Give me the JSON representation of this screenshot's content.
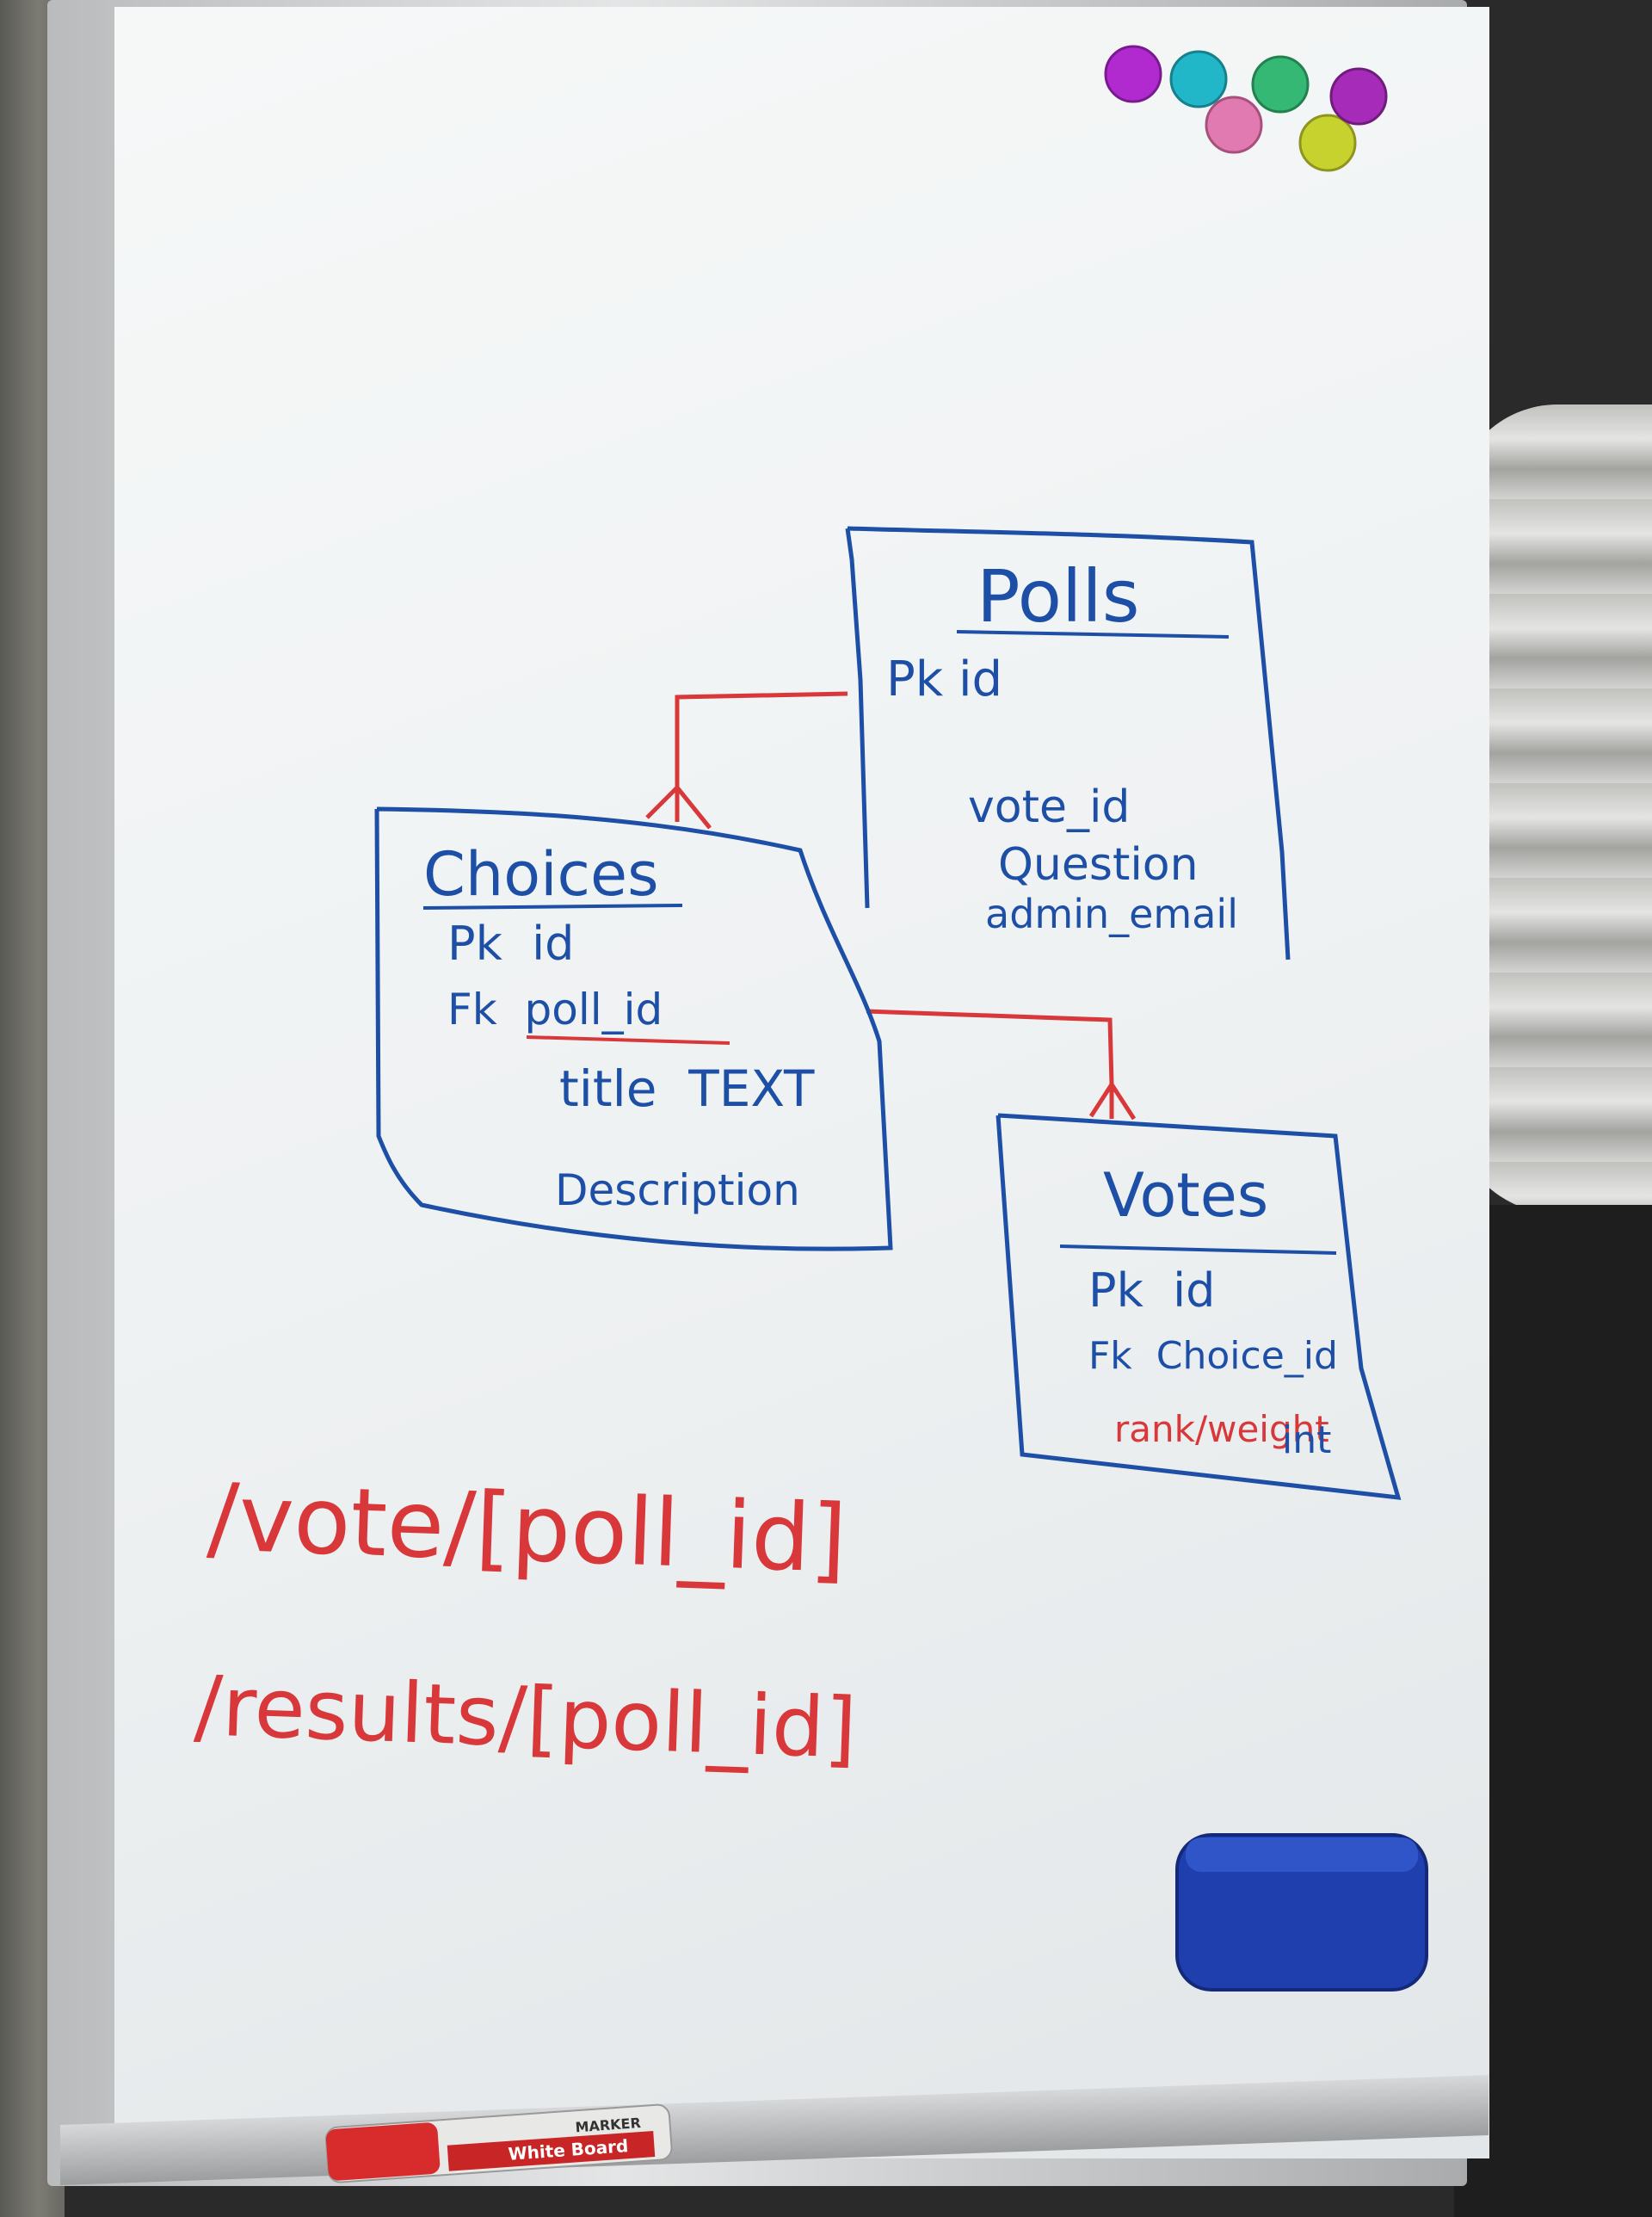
{
  "tables": {
    "polls": {
      "title": "Polls",
      "fields": [
        "Pk id",
        "vote_id",
        "Question",
        "admin_email"
      ]
    },
    "choices": {
      "title": "Choices",
      "fields": [
        "Pk  id",
        "Fk  poll_id",
        "title  TEXT",
        "Description"
      ]
    },
    "votes": {
      "title": "Votes",
      "fields": [
        "Pk  id",
        "Fk  Choice_id",
        "rank/weight",
        "int"
      ]
    }
  },
  "routes": [
    "/vote/[poll_id]",
    "/results/[poll_id]"
  ],
  "colors": {
    "ink_blue": "#1d4fa6",
    "ink_red": "#d8383a",
    "board": "#f1f3f4",
    "eraser": "#1f3fae",
    "magnets": [
      "#b02ad0",
      "#21b7c9",
      "#e07ab0",
      "#35b874",
      "#c8d22e",
      "#a62bb8"
    ]
  },
  "marker": {
    "label_top": "MARKER",
    "label_bottom": "White Board"
  }
}
